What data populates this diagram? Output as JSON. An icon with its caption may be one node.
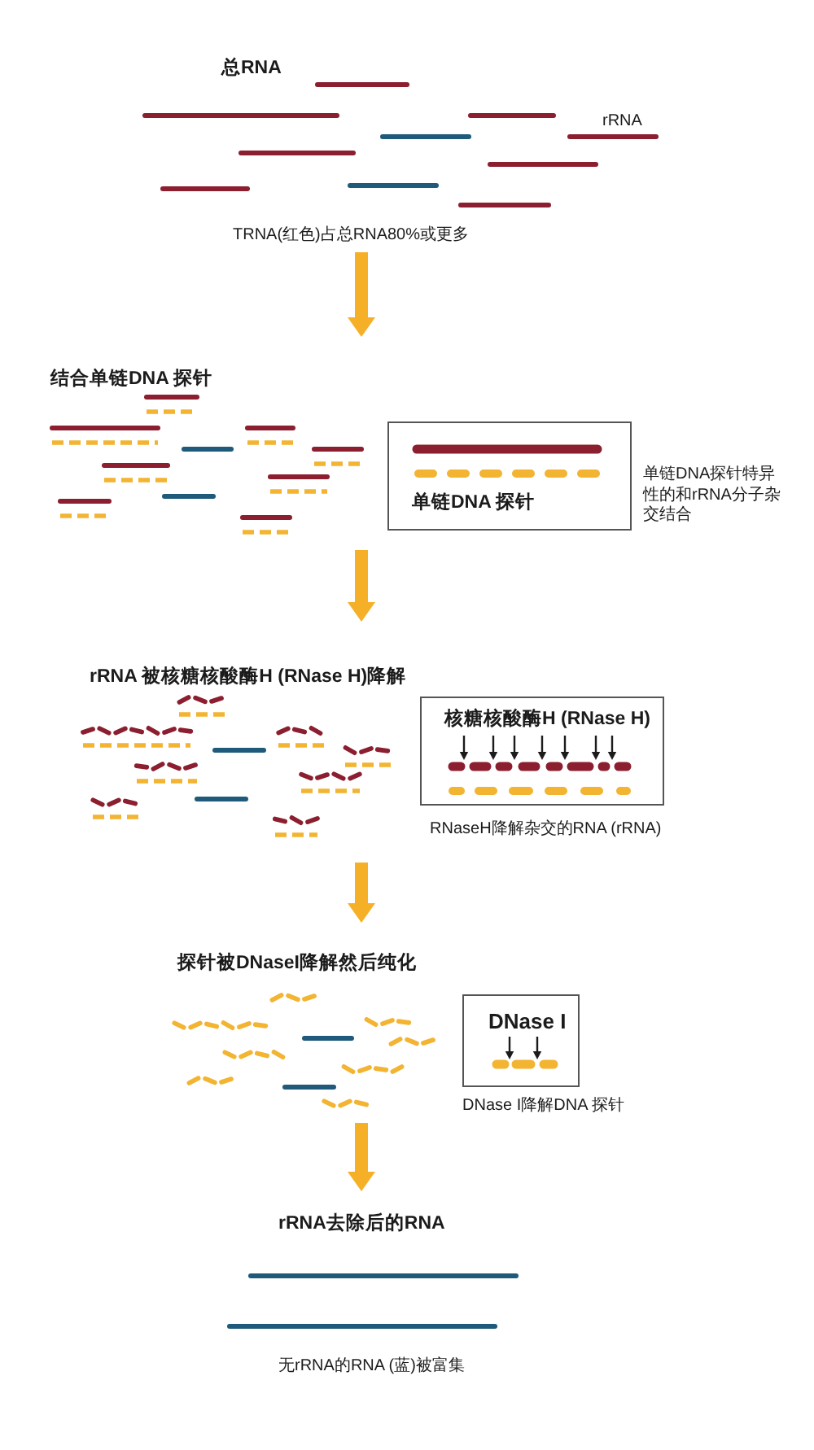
{
  "diagram": {
    "nodes": [
      {
        "text": [
          "总RNA",
          "TRNA(红色)占总RNA80%或更多"
        ]
      },
      {
        "text": [
          "结合单链DNA 探针"
        ]
      },
      {
        "text": [
          "单链DNA 探针"
        ],
        "beside": [
          "单链DNA探针特异性的和rRNA分子杂交结合"
        ]
      },
      {
        "text": [
          "rRNA 被核糖核酸酶H (RNase H)降解"
        ]
      },
      {
        "text": [
          "核糖核酸酶H (RNase H)"
        ],
        "beside": [
          "RNaseH降解杂交的RNA (rRNA)"
        ]
      },
      {
        "text": [
          "探针被DNaseI降解然后纯化"
        ]
      },
      {
        "text": [
          "DNase I"
        ],
        "beside": [
          "DNase I降解DNA 探针"
        ]
      },
      {
        "text": [
          "rRNA去除后的RNA",
          "无rRNA的RNA (蓝)被富集"
        ]
      }
    ],
    "edges": [
      {
        "from": 0,
        "to": 1,
        "arrow": "to"
      },
      {
        "from": 1,
        "to": 3,
        "arrow": "to"
      },
      {
        "from": 3,
        "to": 5,
        "arrow": "to"
      },
      {
        "from": 5,
        "to": 7,
        "arrow": "to"
      }
    ],
    "labels": [
      "rRNA"
    ]
  }
}
